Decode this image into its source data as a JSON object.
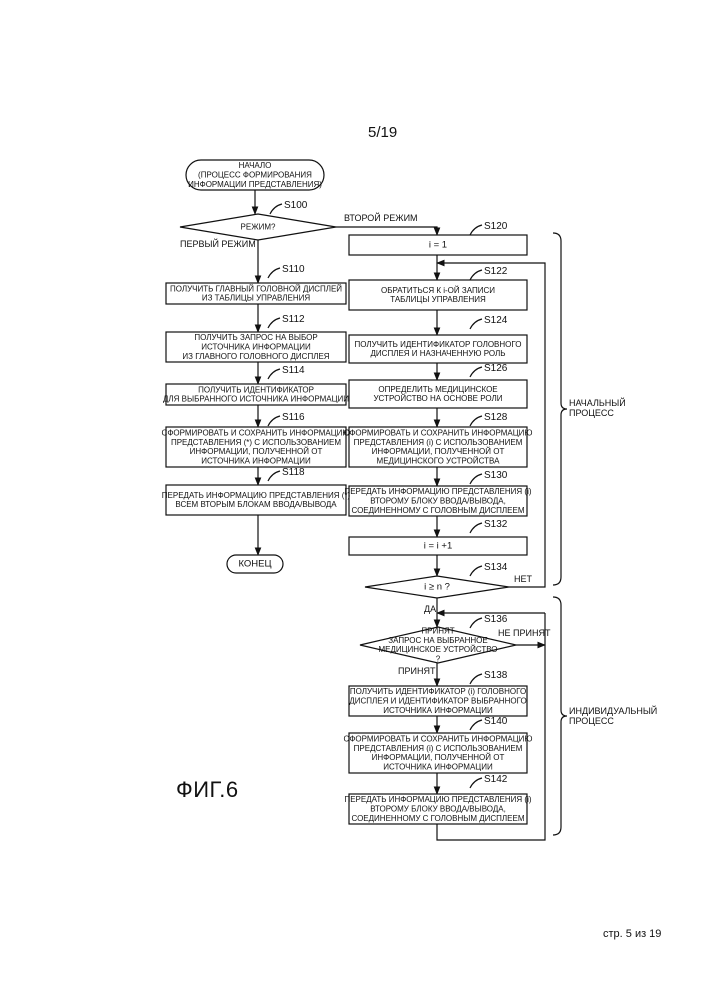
{
  "page_number": "5/19",
  "figure_label": "ФИГ.6",
  "footer": "стр. 5 из 19",
  "nodes": {
    "start": [
      "НАЧАЛО",
      "(ПРОЦЕСС ФОРМИРОВАНИЯ",
      "ИНФОРМАЦИИ ПРЕДСТАВЛЕНИЯ)"
    ],
    "s100": [
      "РЕЖИМ?"
    ],
    "s110": [
      "ПОЛУЧИТЬ ГЛАВНЫЙ ГОЛОВНОЙ ДИСПЛЕЙ",
      "ИЗ ТАБЛИЦЫ УПРАВЛЕНИЯ"
    ],
    "s112": [
      "ПОЛУЧИТЬ ЗАПРОС НА ВЫБОР",
      "ИСТОЧНИКА ИНФОРМАЦИИ",
      "ИЗ ГЛАВНОГО ГОЛОВНОГО ДИСПЛЕЯ"
    ],
    "s114": [
      "ПОЛУЧИТЬ ИДЕНТИФИКАТОР",
      "ДЛЯ ВЫБРАННОГО ИСТОЧНИКА ИНФОРМАЦИИ"
    ],
    "s116": [
      "СФОРМИРОВАТЬ И СОХРАНИТЬ ИНФОРМАЦИЮ",
      "ПРЕДСТАВЛЕНИЯ (*) С ИСПОЛЬЗОВАНИЕМ",
      "ИНФОРМАЦИИ, ПОЛУЧЕННОЙ ОТ",
      "ИСТОЧНИКА ИНФОРМАЦИИ"
    ],
    "s118": [
      "ПЕРЕДАТЬ ИНФОРМАЦИЮ ПРЕДСТАВЛЕНИЯ (*)",
      "ВСЕМ ВТОРЫМ БЛОКАМ ВВОДА/ВЫВОДА"
    ],
    "end": [
      "КОНЕЦ"
    ],
    "s120": [
      "i = 1"
    ],
    "s122": [
      "ОБРАТИТЬСЯ К i-ОЙ ЗАПИСИ",
      "ТАБЛИЦЫ УПРАВЛЕНИЯ"
    ],
    "s124": [
      "ПОЛУЧИТЬ ИДЕНТИФИКАТОР ГОЛОВНОГО",
      "ДИСПЛЕЯ И НАЗНАЧЕННУЮ РОЛЬ"
    ],
    "s126": [
      "ОПРЕДЕЛИТЬ МЕДИЦИНСКОЕ",
      "УСТРОЙСТВО НА ОСНОВЕ РОЛИ"
    ],
    "s128": [
      "СФОРМИРОВАТЬ И СОХРАНИТЬ ИНФОРМАЦИЮ",
      "ПРЕДСТАВЛЕНИЯ (i) С ИСПОЛЬЗОВАНИЕМ",
      "ИНФОРМАЦИИ, ПОЛУЧЕННОЙ ОТ",
      "МЕДИЦИНСКОГО УСТРОЙСТВА"
    ],
    "s130": [
      "ПЕРЕДАТЬ ИНФОРМАЦИЮ ПРЕДСТАВЛЕНИЯ (i)",
      "ВТОРОМУ БЛОКУ ВВОДА/ВЫВОДА,",
      "СОЕДИНЕННОМУ С ГОЛОВНЫМ ДИСПЛЕЕМ"
    ],
    "s132": [
      "i = i +1"
    ],
    "s134": [
      "i ≥ n ?"
    ],
    "s136": [
      "ПРИНЯТ",
      "ЗАПРОС НА ВЫБРАННОЕ",
      "МЕДИЦИНСКОЕ УСТРОЙСТВО",
      "?"
    ],
    "s138": [
      "ПОЛУЧИТЬ ИДЕНТИФИКАТОР (i) ГОЛОВНОГО",
      "ДИСПЛЕЯ И ИДЕНТИФИКАТОР ВЫБРАННОГО",
      "ИСТОЧНИКА ИНФОРМАЦИИ"
    ],
    "s140": [
      "СФОРМИРОВАТЬ И СОХРАНИТЬ ИНФОРМАЦИЮ",
      "ПРЕДСТАВЛЕНИЯ (i) С ИСПОЛЬЗОВАНИЕМ",
      "ИНФОРМАЦИИ, ПОЛУЧЕННОЙ ОТ",
      "ИСТОЧНИКА ИНФОРМАЦИИ"
    ],
    "s142": [
      "ПЕРЕДАТЬ ИНФОРМАЦИЮ ПРЕДСТАВЛЕНИЯ (i)",
      "ВТОРОМУ БЛОКУ ВВОДА/ВЫВОДА,",
      "СОЕДИНЕННОМУ С ГОЛОВНЫМ ДИСПЛЕЕМ"
    ]
  },
  "step_ids": {
    "s100": "S100",
    "s110": "S110",
    "s112": "S112",
    "s114": "S114",
    "s116": "S116",
    "s118": "S118",
    "s120": "S120",
    "s122": "S122",
    "s124": "S124",
    "s126": "S126",
    "s128": "S128",
    "s130": "S130",
    "s132": "S132",
    "s134": "S134",
    "s136": "S136",
    "s138": "S138",
    "s140": "S140",
    "s142": "S142"
  },
  "edge_labels": {
    "first_mode": "ПЕРВЫЙ РЕЖИМ",
    "second_mode": "ВТОРОЙ РЕЖИМ",
    "no": "НЕТ",
    "yes": "ДА",
    "not_accepted": "НЕ ПРИНЯТ",
    "accepted": "ПРИНЯТ"
  },
  "brackets": {
    "initial": [
      "НАЧАЛЬНЫЙ",
      "ПРОЦЕСС"
    ],
    "individual": [
      "ИНДИВИДУАЛЬНЫЙ",
      "ПРОЦЕСС"
    ]
  }
}
